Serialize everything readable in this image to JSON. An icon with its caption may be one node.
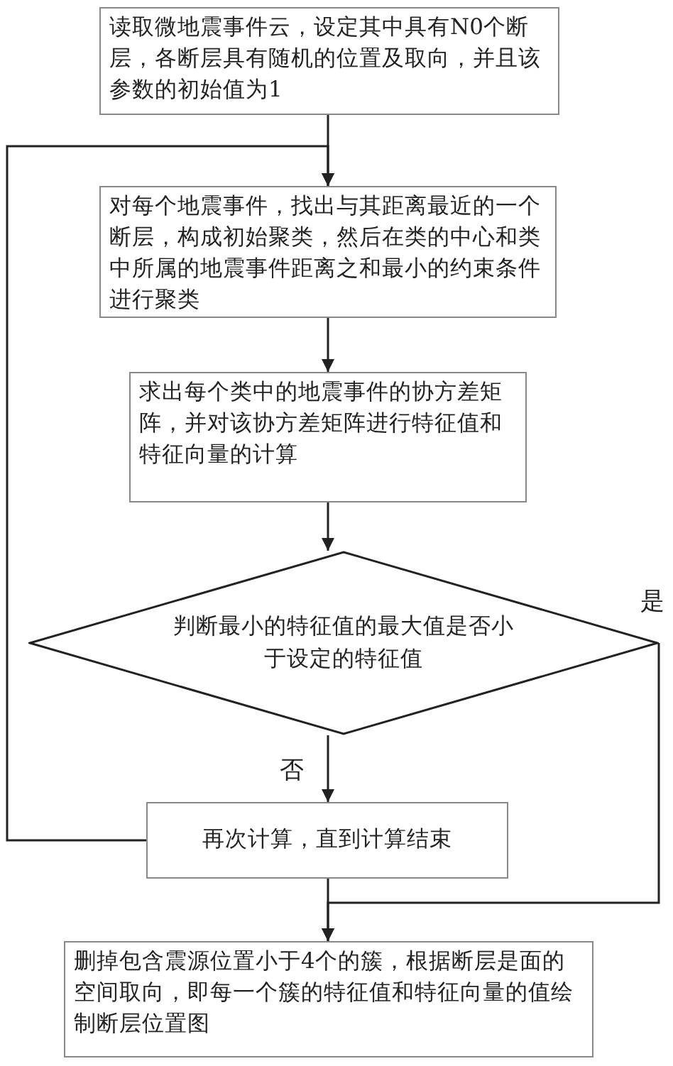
{
  "diagram": {
    "nodes": [
      {
        "text": [
          "读取微地震事件云，设定其中具有N0个断层，各断层具有随机的位置及取向，并且该参数的初始值为1"
        ]
      },
      {
        "text": [
          "对每个地震事件，找出与其距离最近的一个断层，构成初始聚类，然后在类的中心和类中所属的地震事件距离之和最小的约束条件进行聚类"
        ]
      },
      {
        "text": [
          "求出每个类中的地震事件的协方差矩阵，并对该协方差矩阵进行特征值和特征向量的计算"
        ]
      },
      {
        "text": [
          "判断最小的特征值的最大值是否小于设定的特征值"
        ]
      },
      {
        "text": [
          "再次计算，直到计算结束"
        ]
      },
      {
        "text": [
          "删掉包含震源位置小于4个的簇，根据断层是面的空间取向，即每一个簇的特征值和特征向量的值绘制断层位置图"
        ]
      }
    ],
    "edges": [
      {
        "from": 0,
        "to": 1,
        "arrow": "to"
      },
      {
        "from": 4,
        "to": 1,
        "arrow": "to"
      },
      {
        "from": 1,
        "to": 2,
        "arrow": "to"
      },
      {
        "from": 2,
        "to": 3,
        "arrow": "to"
      },
      {
        "from": 3,
        "to": 4,
        "arrow": "to",
        "label": "否"
      },
      {
        "from": 3,
        "to": 5,
        "arrow": "to",
        "label": "是"
      },
      {
        "from": 4,
        "to": 5,
        "arrow": "to"
      }
    ]
  }
}
